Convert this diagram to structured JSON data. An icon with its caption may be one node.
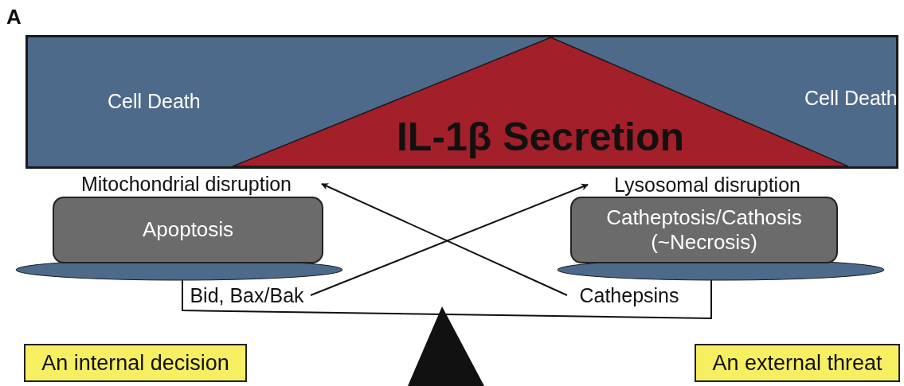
{
  "diagram": {
    "nodes": [
      {
        "text": [
          "Cell Death",
          "Cell Death"
        ]
      },
      {
        "text": [
          "IL-1β Secretion"
        ],
        "in": 0
      },
      {
        "text": [
          "Mitochondrial disruption"
        ]
      },
      {
        "text": [
          "Apoptosis"
        ]
      },
      {
        "text": [
          "Lysosomal disruption"
        ]
      },
      {
        "text": [
          "Catheptosis/Cathosis (~Necrosis)"
        ]
      },
      {
        "text": [
          "Bid, Bax/Bak"
        ]
      },
      {
        "text": [
          "Cathepsins"
        ]
      },
      {
        "text": [
          "An internal decision"
        ]
      },
      {
        "text": [
          "An external threat"
        ]
      }
    ],
    "edges": [
      {
        "from": 6,
        "to": 4,
        "arrow": "to"
      },
      {
        "from": 7,
        "to": 2,
        "arrow": "to"
      }
    ],
    "labels": [
      "A"
    ]
  }
}
